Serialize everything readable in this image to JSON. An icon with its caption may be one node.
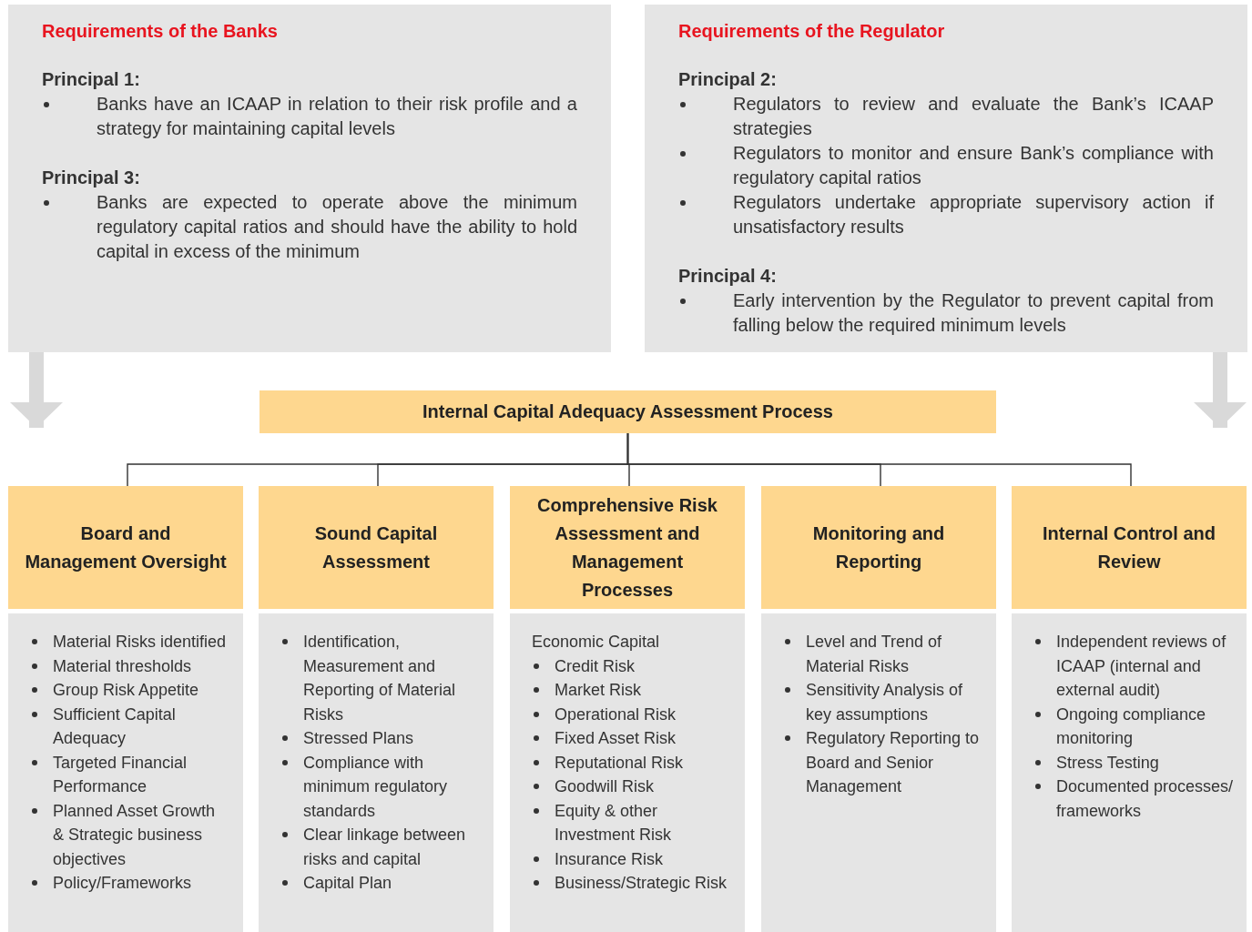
{
  "diagram": {
    "nodes": [
      {
        "text": [
          "Requirements of the Banks",
          "Principal 1:",
          "Banks have an ICAAP in relation to their risk profile and a strategy for maintaining capital levels",
          "Principal 3:",
          "Banks are expected to operate above the minimum regulatory capital ratios and should have the ability to hold capital in excess of the minimum"
        ]
      },
      {
        "text": [
          "Requirements of the Regulator",
          "Principal 2:",
          "Regulators to review and evaluate the Bank’s ICAAP strategies",
          "Regulators to monitor and ensure Bank’s compliance with regulatory capital ratios",
          "Regulators undertake appropriate supervisory action if unsatisfactory results",
          "Principal 4:",
          "Early intervention by the Regulator to prevent capital from falling below the required minimum levels"
        ]
      },
      {
        "text": [
          "Internal Capital Adequacy Assessment Process"
        ]
      },
      {
        "text": [
          "Board and Management Oversight"
        ]
      },
      {
        "text": [
          "Sound Capital Assessment"
        ]
      },
      {
        "text": [
          "Comprehensive Risk Assessment and Management Processes"
        ]
      },
      {
        "text": [
          "Monitoring and Reporting"
        ]
      },
      {
        "text": [
          "Internal Control and Review"
        ]
      },
      {
        "text": [
          "Material Risks identified",
          "Material thresholds",
          "Group Risk Appetite",
          "Sufficient Capital Adequacy",
          "Targeted Financial Performance",
          "Planned Asset Growth & Strategic business objectives",
          "Policy/Frameworks"
        ]
      },
      {
        "text": [
          "Identification, Measurement and Reporting of Material Risks",
          "Stressed Plans",
          "Compliance with minimum regulatory standards",
          "Clear linkage between risks and capital",
          "Capital Plan"
        ]
      },
      {
        "text": [
          "Economic Capital",
          "Credit Risk",
          "Market Risk",
          "Operational Risk",
          "Fixed Asset Risk",
          "Reputational Risk",
          "Goodwill Risk",
          "Equity & other Investment Risk",
          "Insurance Risk",
          "Business/Strategic Risk"
        ]
      },
      {
        "text": [
          "Level and Trend of Material Risks",
          "Sensitivity Analysis of key assumptions",
          "Regulatory Reporting to Board and Senior Management"
        ]
      },
      {
        "text": [
          "Independent reviews of ICAAP (internal and external audit)",
          "Ongoing compliance monitoring",
          "Stress Testing",
          "Documented processes/ frameworks"
        ]
      }
    ],
    "edges": [
      {
        "from": 0,
        "to": 3,
        "arrow": "to",
        "style": "thick",
        "color": "#d9d9d9"
      },
      {
        "from": 1,
        "to": 7,
        "arrow": "to",
        "style": "thick",
        "color": "#d9d9d9"
      },
      {
        "from": 2,
        "to": 3,
        "arrow": "none"
      },
      {
        "from": 2,
        "to": 4,
        "arrow": "none"
      },
      {
        "from": 2,
        "to": 5,
        "arrow": "none"
      },
      {
        "from": 2,
        "to": 6,
        "arrow": "none"
      },
      {
        "from": 2,
        "to": 7,
        "arrow": "none"
      }
    ]
  }
}
